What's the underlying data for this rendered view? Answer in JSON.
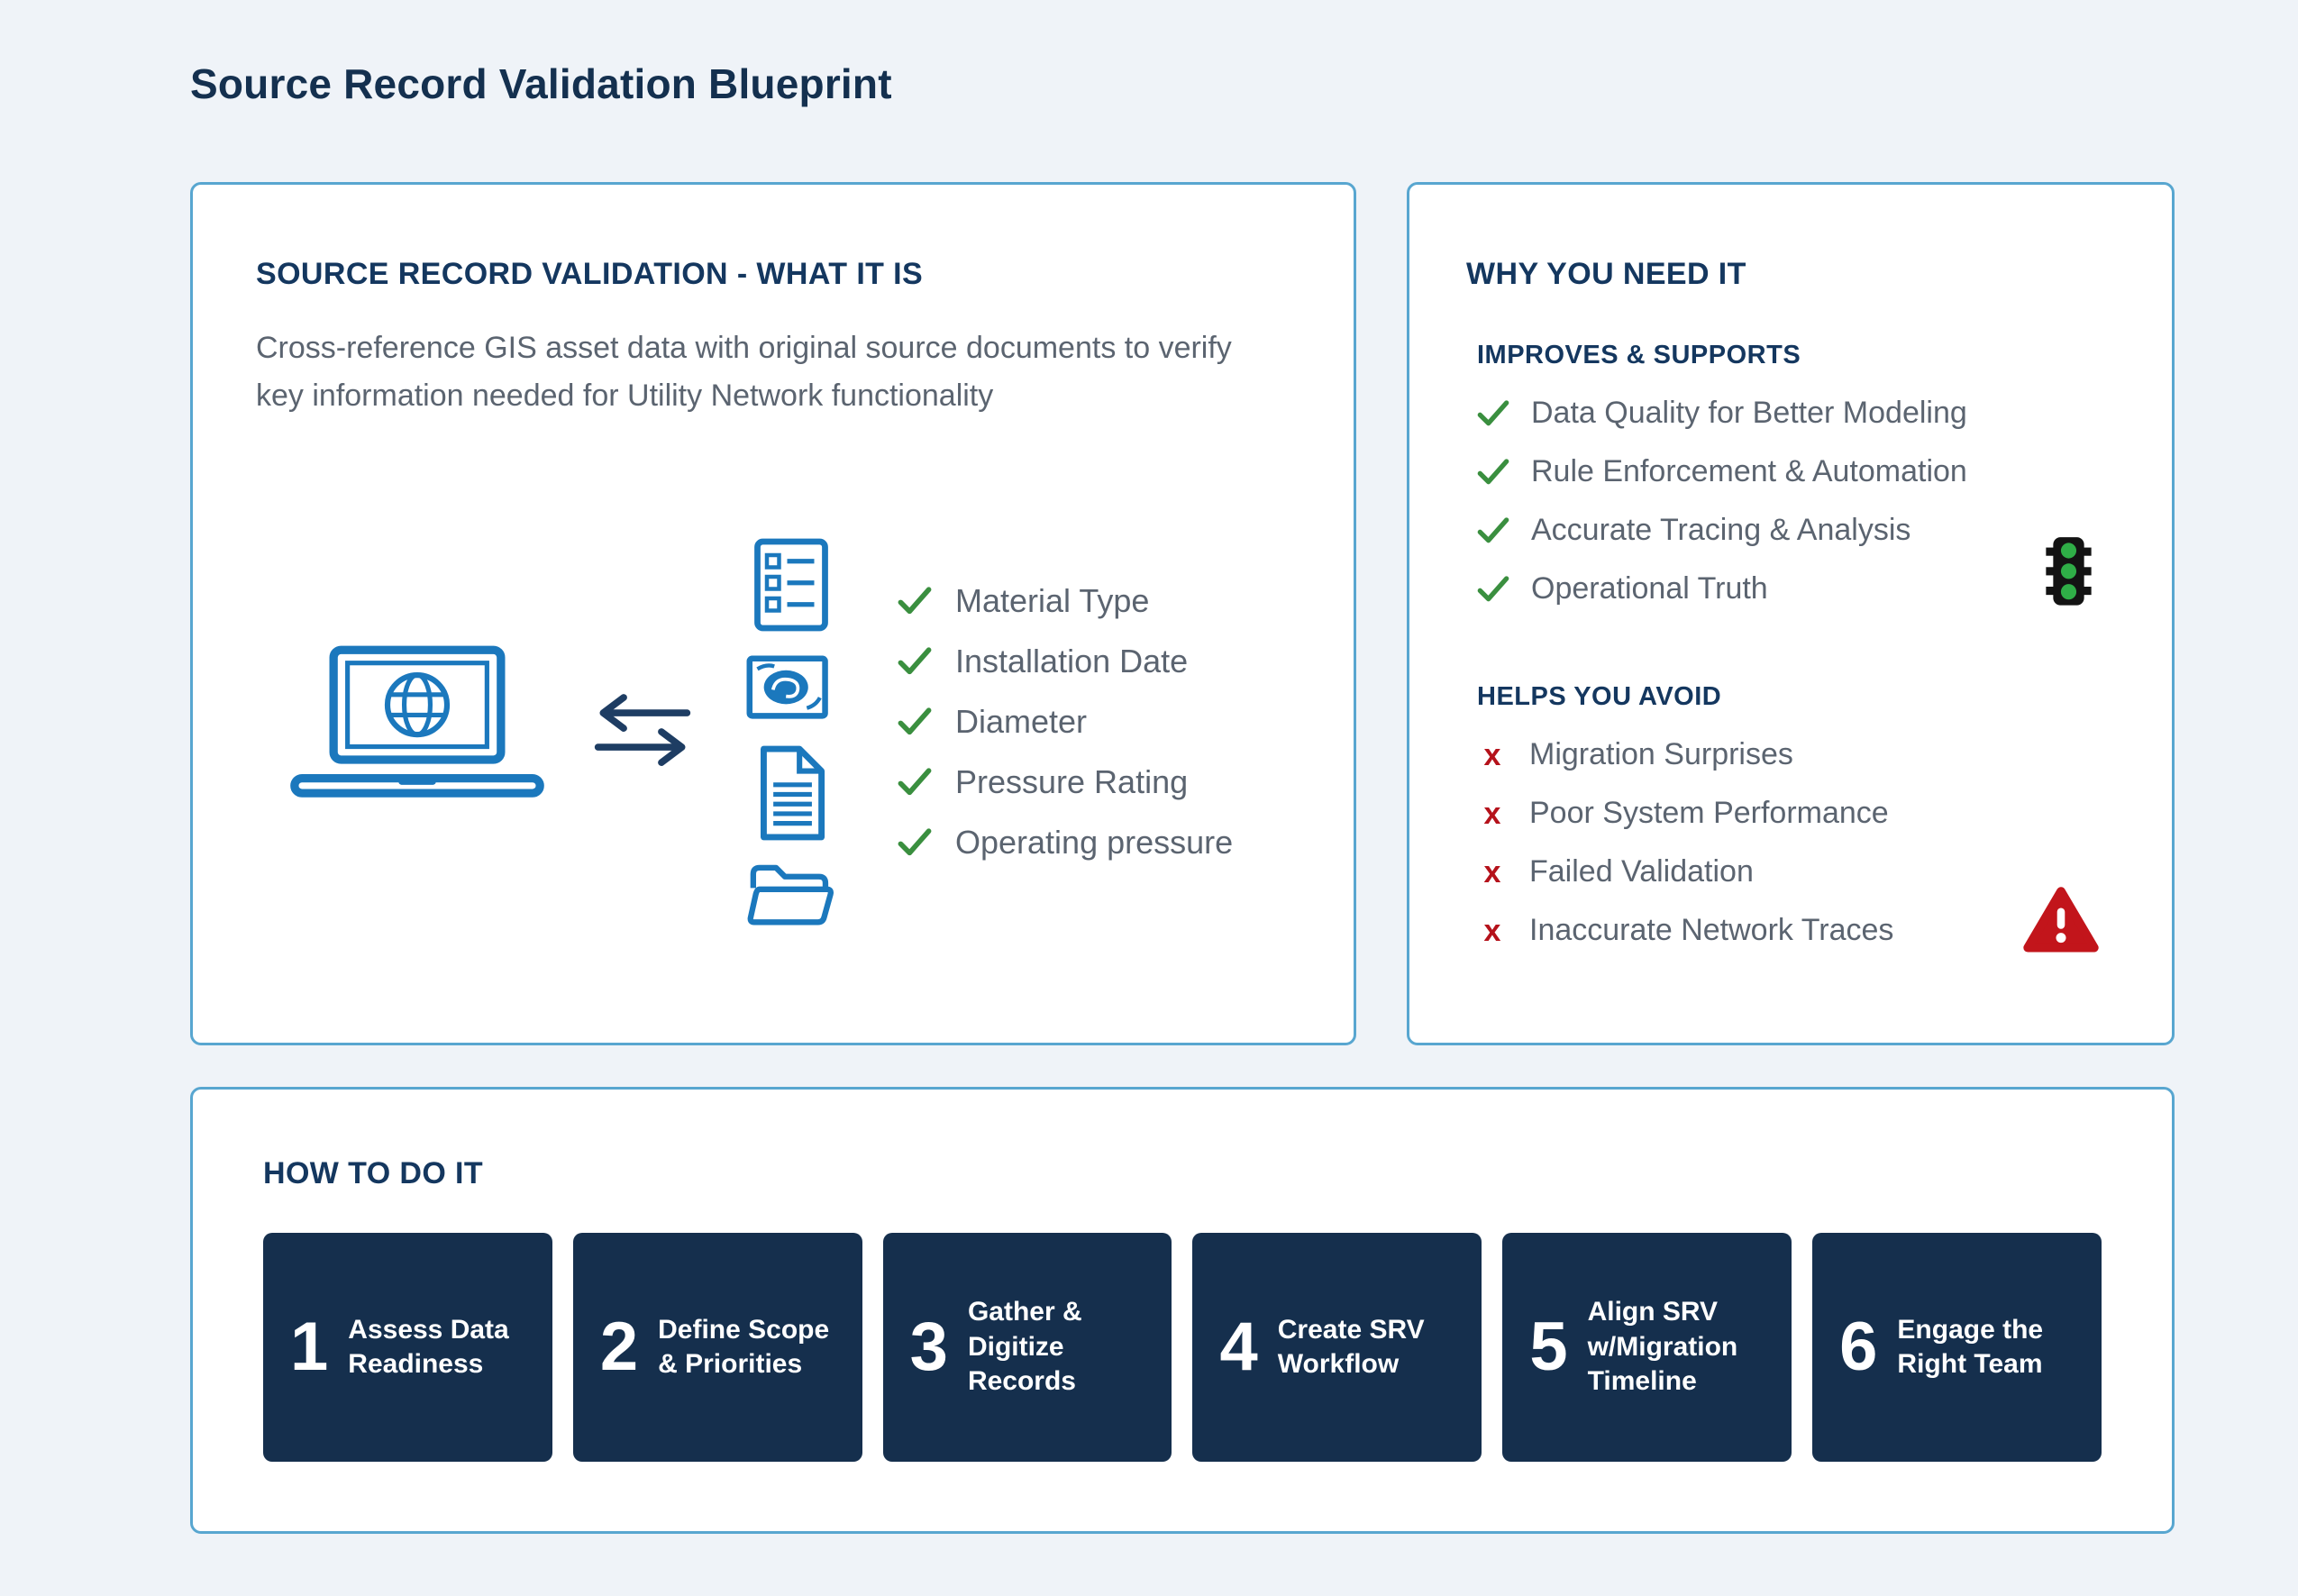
{
  "page": {
    "title": "Source Record Validation Blueprint"
  },
  "what_card": {
    "heading": "SOURCE RECORD VALIDATION - WHAT IT IS",
    "description": "Cross-reference GIS asset data with original source documents to verify key information needed for Utility Network functionality",
    "checklist": [
      "Material Type",
      "Installation Date",
      "Diameter",
      "Pressure Rating",
      "Operating pressure"
    ]
  },
  "why_card": {
    "heading": "WHY YOU NEED IT",
    "improves": {
      "heading": "IMPROVES & SUPPORTS",
      "items": [
        "Data Quality for Better Modeling",
        "Rule Enforcement & Automation",
        "Accurate Tracing & Analysis",
        "Operational Truth"
      ]
    },
    "avoid": {
      "heading": "HELPS YOU AVOID",
      "items": [
        "Migration Surprises",
        "Poor System Performance",
        "Failed Validation",
        "Inaccurate Network Traces"
      ]
    }
  },
  "how_card": {
    "heading": "HOW TO DO IT",
    "steps": [
      {
        "num": "1",
        "label": "Assess Data Readiness"
      },
      {
        "num": "2",
        "label": "Define Scope & Priorities"
      },
      {
        "num": "3",
        "label": "Gather & Digitize Records"
      },
      {
        "num": "4",
        "label": "Create SRV Workflow"
      },
      {
        "num": "5",
        "label": "Align SRV w/Migration Timeline"
      },
      {
        "num": "6",
        "label": "Engage the Right Team"
      }
    ]
  },
  "icons": {
    "check": "✓",
    "cross": "x"
  },
  "colors": {
    "background": "#eff3f8",
    "card_border": "#58a6d0",
    "navy": "#14375f",
    "body_text": "#5b6470",
    "icon_blue": "#1b78bd",
    "check_green": "#3a8f3f",
    "cross_red": "#b5121b",
    "step_bg": "#152f4d",
    "traffic_green": "#2fae47",
    "warning_red": "#c2151b"
  }
}
